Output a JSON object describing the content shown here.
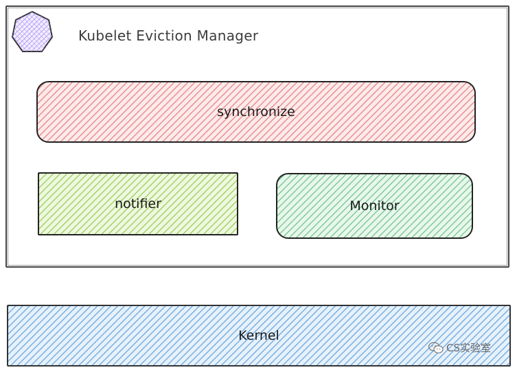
{
  "diagram": {
    "title": "Kubelet Eviction Manager",
    "components": {
      "synchronize": "synchronize",
      "notifier": "notifier",
      "monitor": "Monitor",
      "kernel": "Kernel"
    },
    "logo_icon": "kubernetes-heptagon-icon"
  },
  "watermark": {
    "text": "CS实验室",
    "icon": "wechat-icon"
  },
  "colors": {
    "synchronize_fill": "#f08b8b",
    "notifier_fill": "#a3d46a",
    "monitor_fill": "#7fcc95",
    "kernel_fill": "#74aee3",
    "logo_fill": "#b59ef0"
  }
}
